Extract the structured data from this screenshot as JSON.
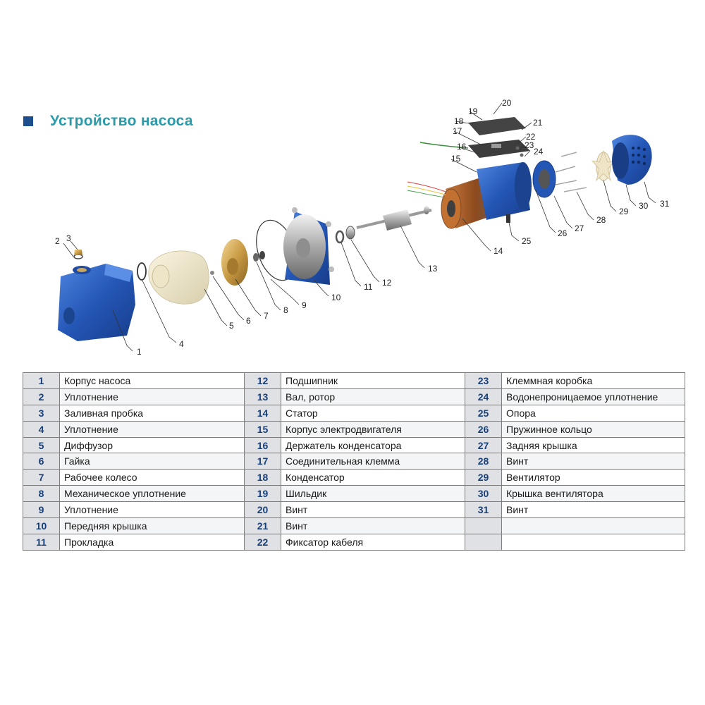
{
  "title": "Устройство насоса",
  "colors": {
    "accent_square": "#1d4f8f",
    "title": "#2a9aa9",
    "number": "#173f7a",
    "pump_blue": "#2456b6"
  },
  "callouts": [
    "1",
    "2",
    "3",
    "4",
    "5",
    "6",
    "7",
    "8",
    "9",
    "10",
    "11",
    "12",
    "13",
    "14",
    "15",
    "16",
    "17",
    "18",
    "19",
    "20",
    "21",
    "22",
    "23",
    "24",
    "25",
    "26",
    "27",
    "28",
    "29",
    "30",
    "31"
  ],
  "parts_table": {
    "col1": [
      {
        "num": "1",
        "name": "Корпус насоса"
      },
      {
        "num": "2",
        "name": "Уплотнение"
      },
      {
        "num": "3",
        "name": "Заливная пробка"
      },
      {
        "num": "4",
        "name": "Уплотнение"
      },
      {
        "num": "5",
        "name": "Диффузор"
      },
      {
        "num": "6",
        "name": "Гайка"
      },
      {
        "num": "7",
        "name": "Рабочее колесо"
      },
      {
        "num": "8",
        "name": "Механическое уплотнение"
      },
      {
        "num": "9",
        "name": "Уплотнение"
      },
      {
        "num": "10",
        "name": "Передняя крышка"
      },
      {
        "num": "11",
        "name": "Прокладка"
      }
    ],
    "col2": [
      {
        "num": "12",
        "name": "Подшипник"
      },
      {
        "num": "13",
        "name": "Вал, ротор"
      },
      {
        "num": "14",
        "name": "Статор"
      },
      {
        "num": "15",
        "name": "Корпус электродвигателя"
      },
      {
        "num": "16",
        "name": "Держатель конденсатора"
      },
      {
        "num": "17",
        "name": "Соединительная клемма"
      },
      {
        "num": "18",
        "name": "Конденсатор"
      },
      {
        "num": "19",
        "name": "Шильдик"
      },
      {
        "num": "20",
        "name": "Винт"
      },
      {
        "num": "21",
        "name": "Винт"
      },
      {
        "num": "22",
        "name": "Фиксатор кабеля"
      }
    ],
    "col3": [
      {
        "num": "23",
        "name": "Клеммная коробка"
      },
      {
        "num": "24",
        "name": "Водонепроницаемое уплотнение"
      },
      {
        "num": "25",
        "name": "Опора"
      },
      {
        "num": "26",
        "name": "Пружинное кольцо"
      },
      {
        "num": "27",
        "name": "Задняя крышка"
      },
      {
        "num": "28",
        "name": "Винт"
      },
      {
        "num": "29",
        "name": "Вентилятор"
      },
      {
        "num": "30",
        "name": "Крышка вентилятора"
      },
      {
        "num": "31",
        "name": "Винт"
      },
      {
        "num": "",
        "name": ""
      },
      {
        "num": "",
        "name": ""
      }
    ]
  }
}
